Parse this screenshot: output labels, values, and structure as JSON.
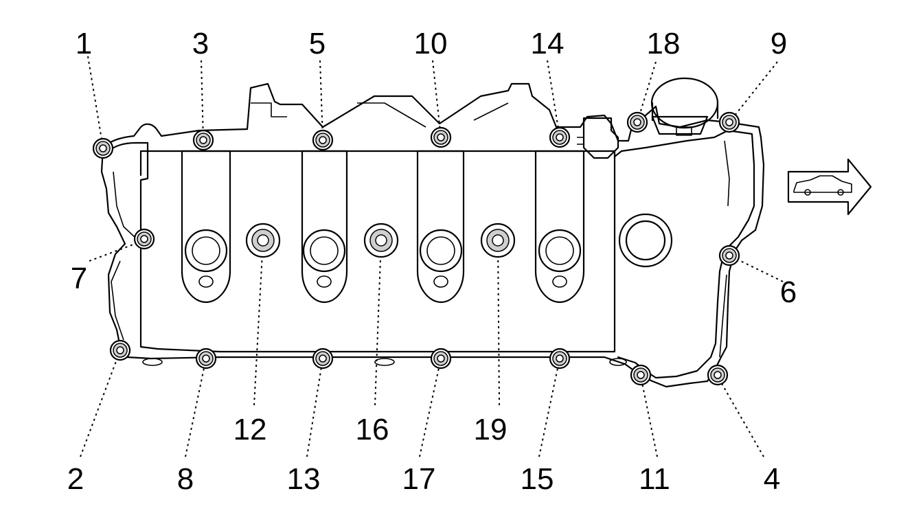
{
  "diagram": {
    "labels": [
      {
        "id": "1",
        "text": "1"
      },
      {
        "id": "3",
        "text": "3"
      },
      {
        "id": "5",
        "text": "5"
      },
      {
        "id": "10",
        "text": "10"
      },
      {
        "id": "14",
        "text": "14"
      },
      {
        "id": "18",
        "text": "18"
      },
      {
        "id": "9",
        "text": "9"
      },
      {
        "id": "7",
        "text": "7"
      },
      {
        "id": "6",
        "text": "6"
      },
      {
        "id": "12",
        "text": "12"
      },
      {
        "id": "16",
        "text": "16"
      },
      {
        "id": "19",
        "text": "19"
      },
      {
        "id": "2",
        "text": "2"
      },
      {
        "id": "8",
        "text": "8"
      },
      {
        "id": "13",
        "text": "13"
      },
      {
        "id": "17",
        "text": "17"
      },
      {
        "id": "15",
        "text": "15"
      },
      {
        "id": "11",
        "text": "11"
      },
      {
        "id": "4",
        "text": "4"
      }
    ],
    "colors": {
      "line": "#000000",
      "background": "#ffffff",
      "bolt_fill": "#cfcfcf"
    },
    "icons": [
      "front-of-vehicle-arrow-icon"
    ]
  }
}
